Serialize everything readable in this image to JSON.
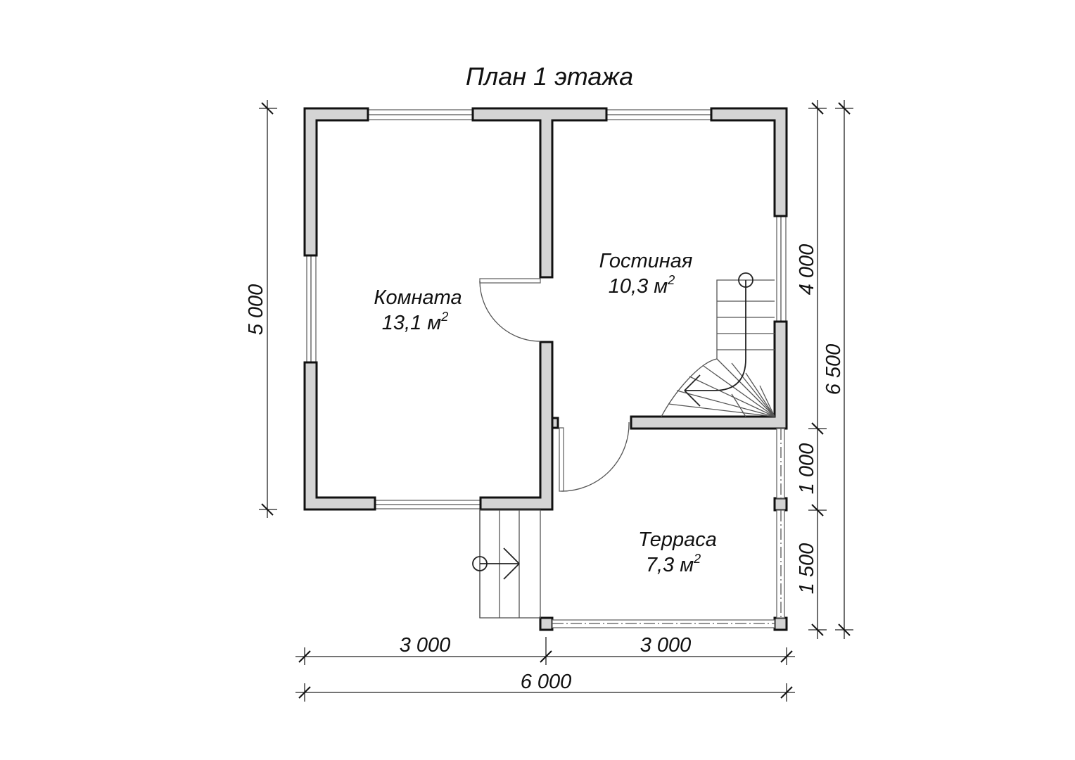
{
  "title": "План 1 этажа",
  "rooms": {
    "komnata": {
      "name": "Комната",
      "area": "13,1 м",
      "sup": "2"
    },
    "gostinaya": {
      "name": "Гостиная",
      "area": "10,3 м",
      "sup": "2"
    },
    "terrasa": {
      "name": "Терраса",
      "area": "7,3 м",
      "sup": "2"
    }
  },
  "dimensions": {
    "bottom_left": "3 000",
    "bottom_right": "3 000",
    "bottom_total": "6 000",
    "left_height": "5 000",
    "right_upper": "4 000",
    "right_middle": "1 000",
    "right_lower": "1 500",
    "right_total": "6 500"
  }
}
